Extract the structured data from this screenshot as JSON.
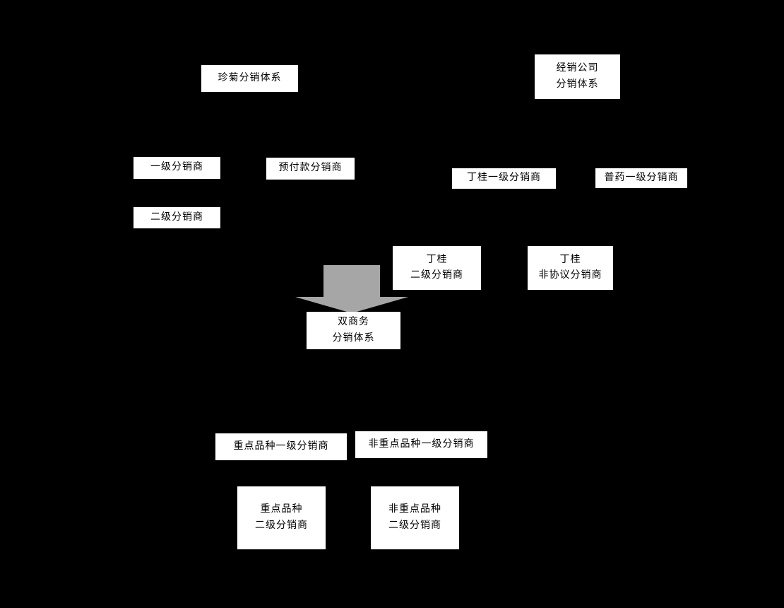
{
  "diagram": {
    "colors": {
      "background": "#000000",
      "box_fill": "#ffffff",
      "box_text": "#000000",
      "arrow": "#a6a6a6"
    },
    "nodes": {
      "zhenju_system": {
        "label": "珍菊分销体系"
      },
      "dealer_company_system": {
        "label": "经销公司\n分销体系"
      },
      "first_level_distributor": {
        "label": "一级分销商"
      },
      "prepayment_distributor": {
        "label": "预付款分销商"
      },
      "dinggui_first_level_distributor": {
        "label": "丁桂一级分销商"
      },
      "puyao_first_level_distributor": {
        "label": "普药一级分销商"
      },
      "second_level_distributor": {
        "label": "二级分销商"
      },
      "dinggui_second_level_distributor": {
        "label": "丁桂\n二级分销商"
      },
      "dinggui_non_agreement_distributor": {
        "label": "丁桂\n非协议分销商"
      },
      "dual_commerce_system": {
        "label": "双商务\n分销体系"
      },
      "key_variety_first_level_distributor": {
        "label": "重点品种一级分销商"
      },
      "non_key_variety_first_level_distributor": {
        "label": "非重点品种一级分销商"
      },
      "key_variety_second_level_distributor": {
        "label": "重点品种\n二级分销商"
      },
      "non_key_variety_second_level_distributor": {
        "label": "非重点品种\n二级分销商"
      }
    },
    "arrow": {
      "name": "down-arrow"
    }
  }
}
